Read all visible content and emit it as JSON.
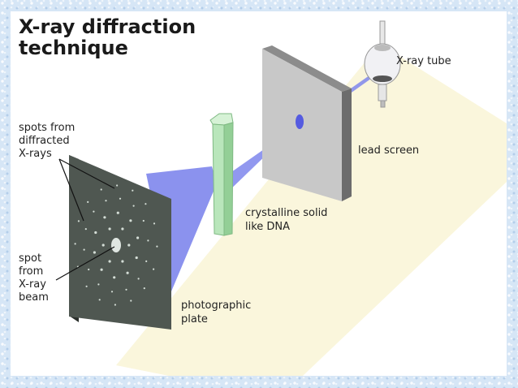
{
  "title": {
    "line1": "X-ray diffraction",
    "line2": "technique"
  },
  "labels": {
    "xray_tube": "X-ray tube",
    "lead_screen": "lead screen",
    "crystalline_line1": "crystalline solid",
    "crystalline_line2": "like DNA",
    "photographic_line1": "photographic",
    "photographic_line2": "plate",
    "spots_line1": "spots from",
    "spots_line2": "diffracted",
    "spots_line3": "X-rays",
    "spot_beam_line1": "spot",
    "spot_beam_line2": "from",
    "spot_beam_line3": "X-ray",
    "spot_beam_line4": "beam"
  },
  "colors": {
    "floor": "#faf6dc",
    "beam": "#7e86ec",
    "lead_screen": "#c8c8c8",
    "crystal": "#a8e0aa",
    "plate": "#4f5751"
  }
}
